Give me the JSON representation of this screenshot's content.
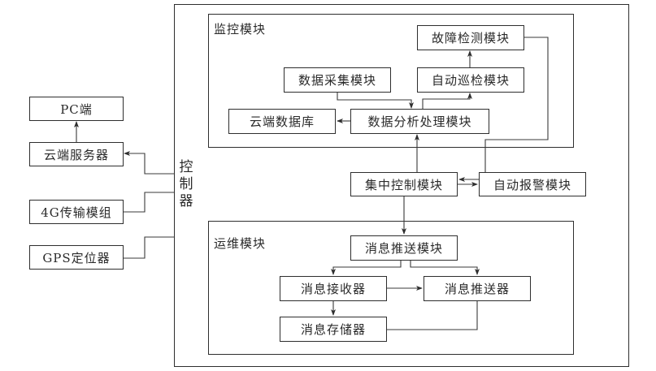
{
  "diagram": {
    "controller_label": "控制器",
    "external": {
      "pc": "PC端",
      "cloud_server": "云端服务器",
      "4g_module": "4G传输模组",
      "gps": "GPS定位器"
    },
    "monitor_module": {
      "title": "监控模块",
      "fault_detection": "故障检测模块",
      "auto_inspection": "自动巡检模块",
      "data_acquisition": "数据采集模块",
      "cloud_database": "云端数据库",
      "data_analysis": "数据分析处理模块"
    },
    "central_control": "集中控制模块",
    "auto_alarm": "自动报警模块",
    "maintenance_module": {
      "title": "运维模块",
      "push_module": "消息推送模块",
      "receiver": "消息接收器",
      "pusher": "消息推送器",
      "storage": "消息存储器"
    }
  }
}
